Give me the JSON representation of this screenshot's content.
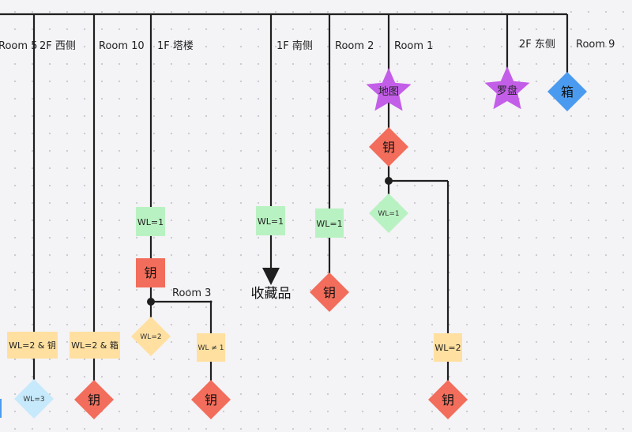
{
  "branches": [
    {
      "label": "Room 5"
    },
    {
      "label": "2F 西侧"
    },
    {
      "label": "Room 10"
    },
    {
      "label": "1F 塔楼"
    },
    {
      "label": "1F 南侧"
    },
    {
      "label": "Room 2"
    },
    {
      "label": "Room 1"
    },
    {
      "label": "2F 东侧"
    },
    {
      "label": "Room 9"
    }
  ],
  "nodes": {
    "ditu": "地图",
    "luopan": "罗盘",
    "xiang_top": "箱",
    "yao_room1": "钥",
    "wl1_room1": "WL=1",
    "wl1_tower": "WL=1",
    "yao_tower": "钥",
    "room3_label": "Room 3",
    "wl2_tower": "WL=2",
    "wlne1_tower": "WL ≠ 1",
    "yao_room3": "钥",
    "wl1_south": "WL=1",
    "collection": "收藏品",
    "wl1_room2": "WL=1",
    "yao_room2": "钥",
    "wl2_room1": "WL=2",
    "yao_room1_bottom": "钥",
    "wl2_key_west": "WL=2 & 钥",
    "wl3_west": "WL=3",
    "wl2_box_room10": "WL=2 & 箱",
    "yao_room10": "钥"
  },
  "colors": {
    "line": "#1f1f1f",
    "star": "#c35ee8",
    "box_blue": "#4a9bf0",
    "key_red": "#f26d5b",
    "wl_green": "#b9f2c2",
    "wl_yellow": "#ffe0a0",
    "wl_blue": "#c6e9fb"
  }
}
